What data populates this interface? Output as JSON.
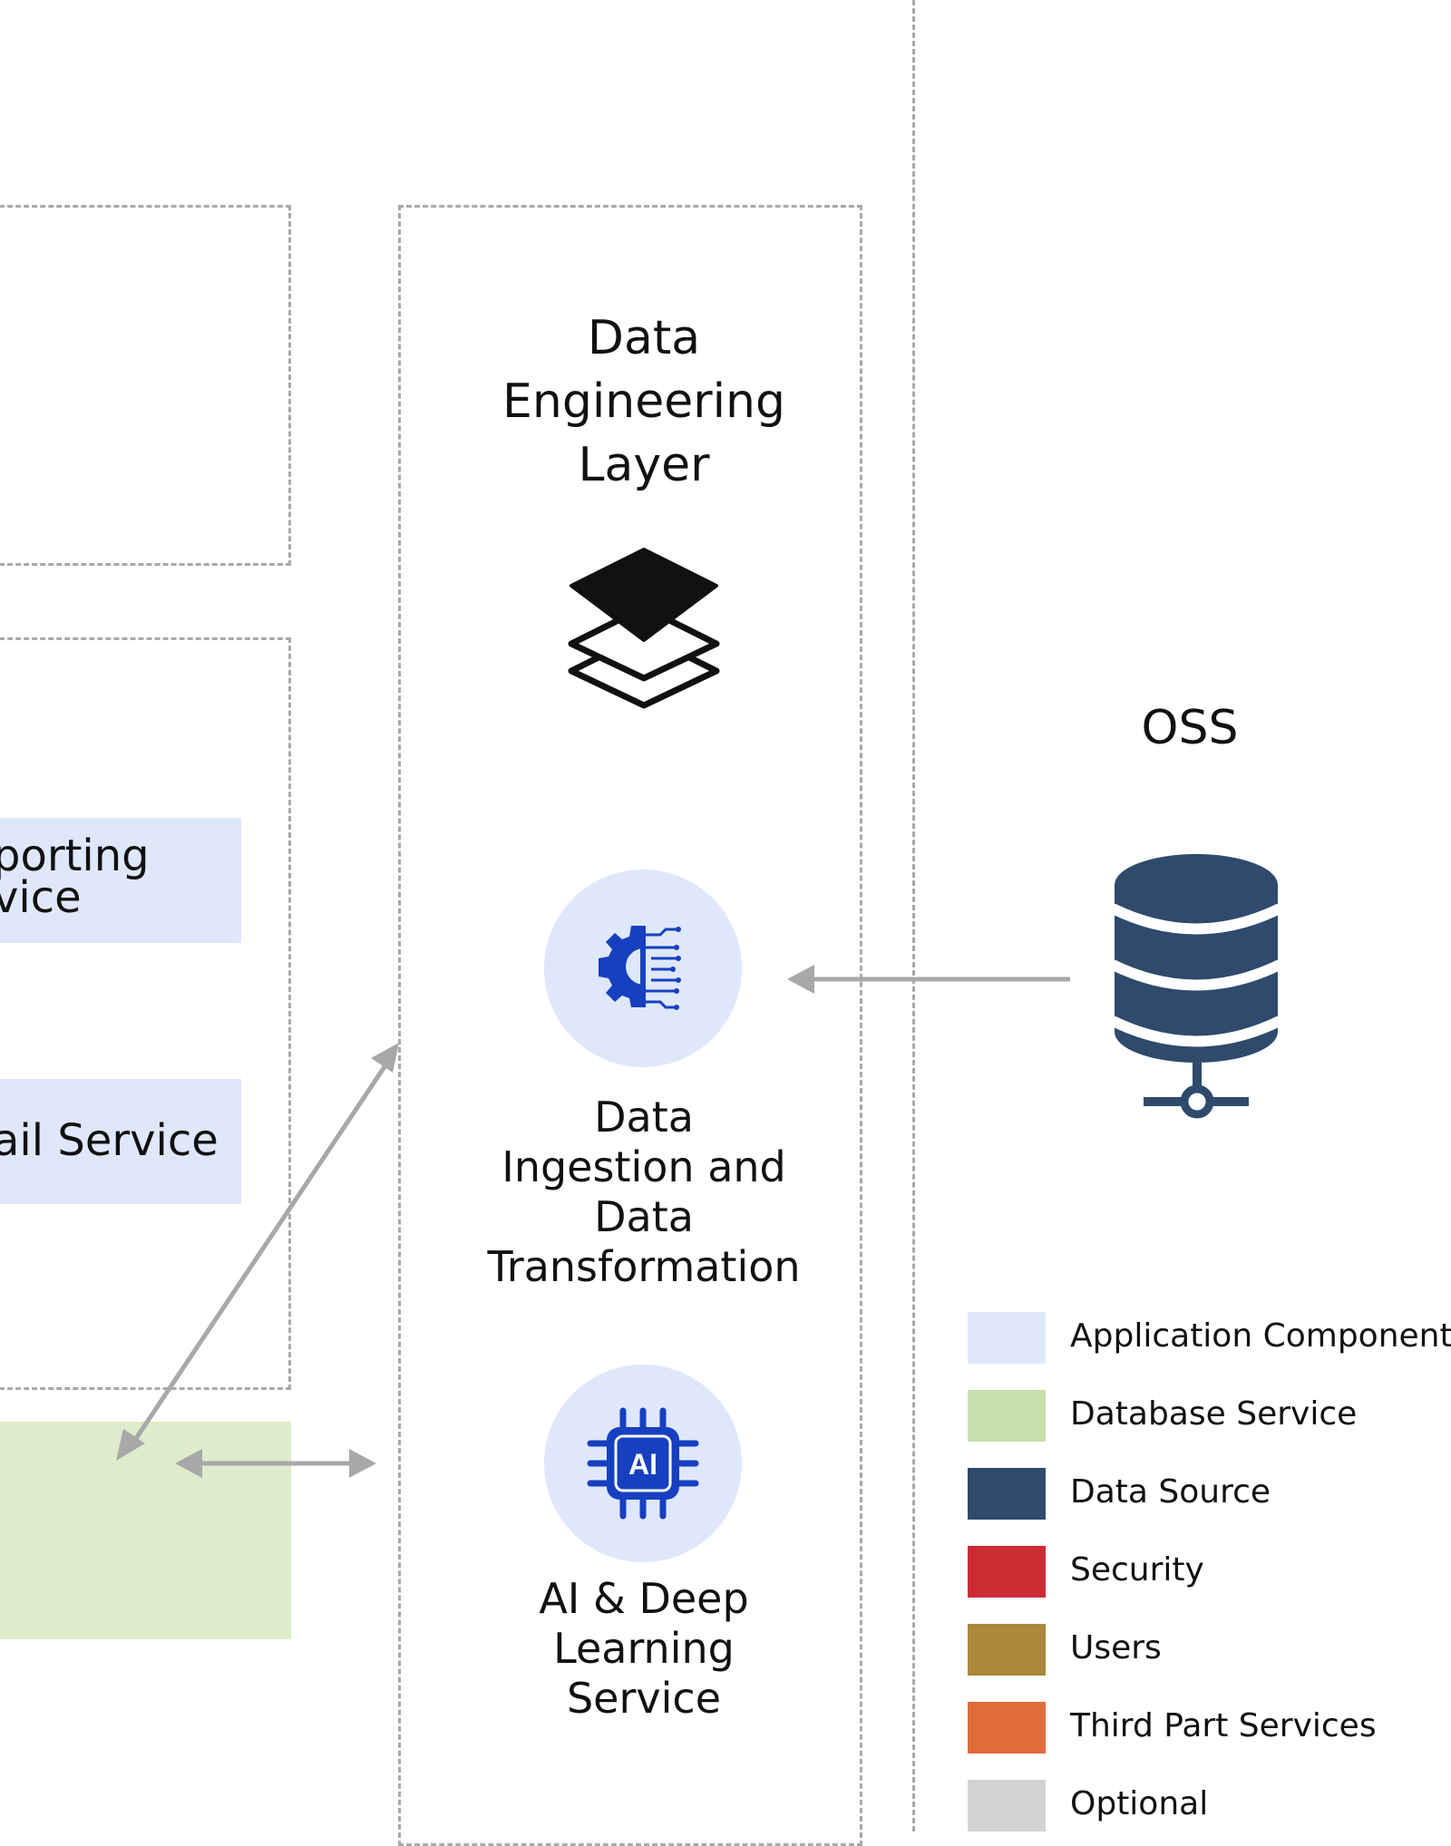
{
  "layers": {
    "data_engineering": {
      "title_lines": [
        "Data",
        "Engineering",
        "Layer"
      ]
    },
    "oss": {
      "title": "OSS"
    }
  },
  "services": {
    "reporting": {
      "lines": [
        "porting",
        "vice"
      ]
    },
    "email": {
      "label": "ail Service"
    },
    "ingestion": {
      "lines": [
        "Data",
        "Ingestion and",
        "Data",
        "Transformation"
      ]
    },
    "ai": {
      "lines": [
        "AI & Deep",
        "Learning",
        "Service"
      ],
      "chip_text": "AI"
    }
  },
  "legend": [
    {
      "label": "Application Component",
      "color": "#dfe7fb"
    },
    {
      "label": "Database Service",
      "color": "#c9e0ad"
    },
    {
      "label": "Data Source",
      "color": "#2f4a6d"
    },
    {
      "label": "Security",
      "color": "#cd2b33"
    },
    {
      "label": "Users",
      "color": "#ab883a"
    },
    {
      "label": "Third Part Services",
      "color": "#e06c3c"
    },
    {
      "label": "Optional",
      "color": "#d3d3d3"
    }
  ],
  "colors": {
    "application_component": "#dfe7fb",
    "database_service_box": "#deebcd",
    "data_source_icon": "#2f4a6d",
    "icon_blue": "#1640c0",
    "arrow_gray": "#a8a8a8",
    "dashed_border": "#a9a9a9"
  },
  "icons": [
    "layers-icon",
    "database-server-icon",
    "gear-circuit-icon",
    "ai-chip-icon"
  ]
}
